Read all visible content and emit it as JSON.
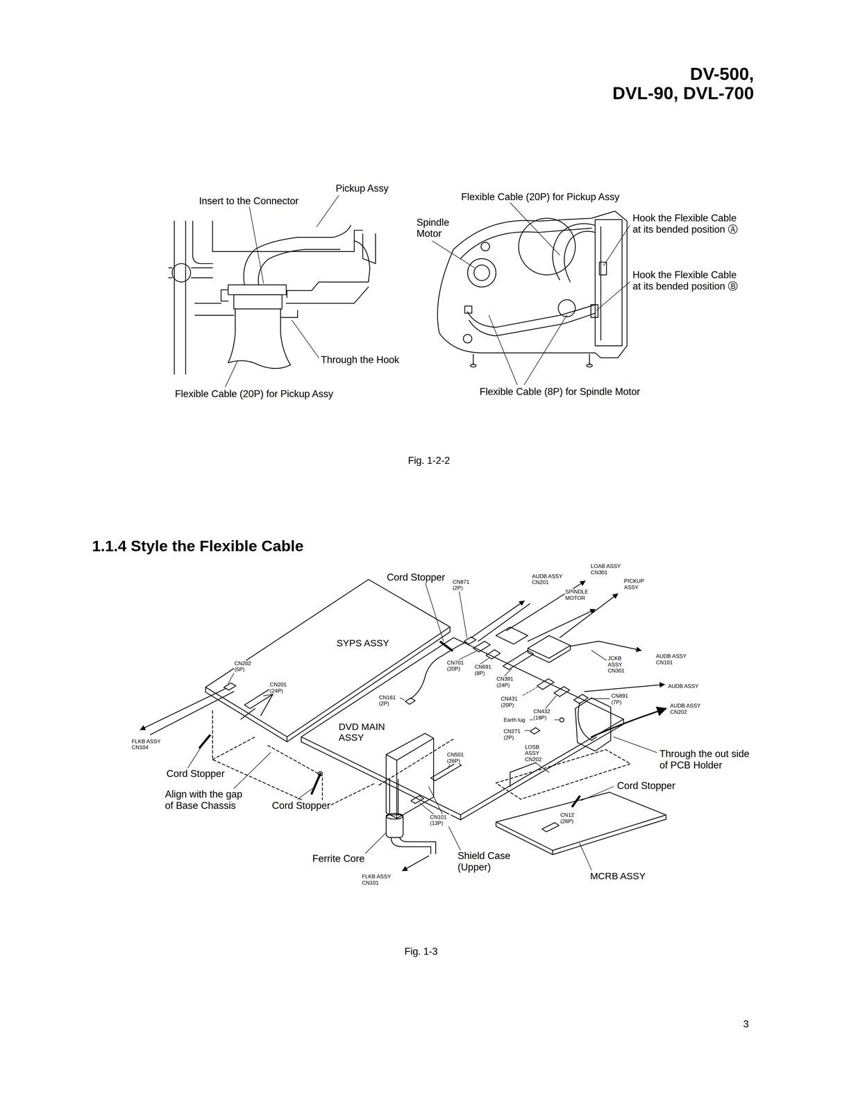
{
  "diagram": {
    "title": "1.1.4 Style the Flexible Cable",
    "nodes": [
      {
        "text": [
          "SYPS ASSY"
        ]
      },
      {
        "text": [
          "DVD MAIN ASSY"
        ]
      },
      {
        "text": [
          "MCRB ASSY"
        ]
      }
    ],
    "labels": [
      "DV-500,",
      "DVL-90, DVL-700",
      "Pickup Assy",
      "Insert to the Connector",
      "Through the Hook",
      "Flexible Cable (20P) for Pickup Assy",
      "Flexible Cable (20P) for Pickup Assy",
      "Spindle Motor",
      "Hook the Flexible Cable at its bended position Ⓐ",
      "Hook the Flexible Cable at its bended position Ⓑ",
      "Flexible Cable (8P) for Spindle Motor",
      "Fig. 1-2-2",
      "Cord Stopper",
      "CN871 (2P)",
      "AUDB ASSY CN201",
      "LOAB ASSY CN301",
      "PICKUP ASSY",
      "SPINDLE MOTOR",
      "CN202 (5P)",
      "CN201 (24P)",
      "CN701 (20P)",
      "CN691 (8P)",
      "CN391 (24P)",
      "JCKB ASSY CN301",
      "AUDB ASSY CN101",
      "AUDB ASSY",
      "CN891 (7P)",
      "AUDB ASSY CN202",
      "CN161 (2P)",
      "CN431 (20P)",
      "CN432 (18P)",
      "Earth lug",
      "CN271 (2P)",
      "FLKB ASSY CN104",
      "LOSB ASSY CN202",
      "Through the out side of PCB Holder",
      "CN501 (26P)",
      "Cord Stopper",
      "Cord Stopper",
      "CN12 (26P)",
      "Align with the gap of Base Chassis",
      "Cord Stopper",
      "CN101 (13P)",
      "Shield Case (Upper)",
      "Ferrite Core",
      "FLKB ASSY CN101",
      "Fig. 1-3",
      "3"
    ]
  }
}
